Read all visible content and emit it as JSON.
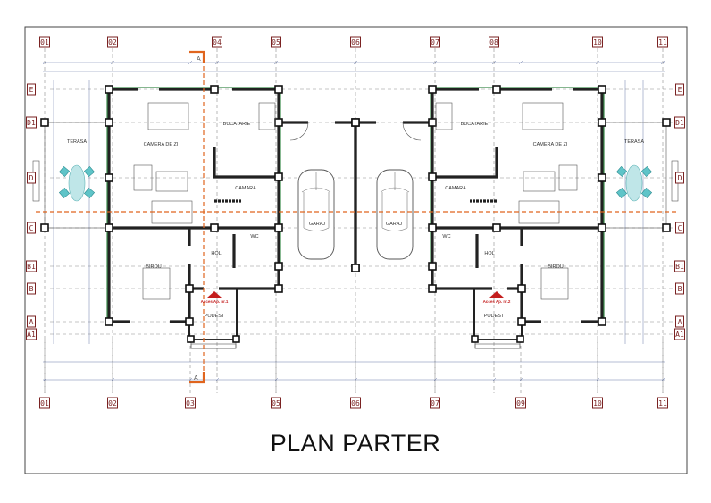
{
  "title": "PLAN PARTER",
  "section_marker": "A",
  "axes": {
    "top": [
      "01",
      "02",
      "04",
      "05",
      "06",
      "07",
      "08",
      "10",
      "11"
    ],
    "bottom": [
      "01",
      "02",
      "03",
      "05",
      "06",
      "07",
      "09",
      "10",
      "11"
    ],
    "left": [
      "E",
      "D1",
      "D",
      "C",
      "B1",
      "B",
      "A",
      "A1"
    ],
    "right": [
      "E",
      "D1",
      "D",
      "C",
      "B1",
      "B",
      "A",
      "A1"
    ]
  },
  "rooms": {
    "terasa": "TERASA",
    "camera_de_zi": "CAMERA DE ZI",
    "bucatarie": "BUCATARIE",
    "camara": "CAMARA",
    "wc": "WC",
    "hol": "HOL",
    "birou": "BIROU",
    "podest": "PODEST",
    "garaj": "GARAJ"
  },
  "access": {
    "unit1": "Acces Ap. nr.1",
    "unit2": "Acces Ap. nr.2"
  },
  "colors": {
    "walls": "#222222",
    "section_line": "#e0651e",
    "axis_labels": "#7a2222",
    "furniture": "#5fc4c8"
  }
}
